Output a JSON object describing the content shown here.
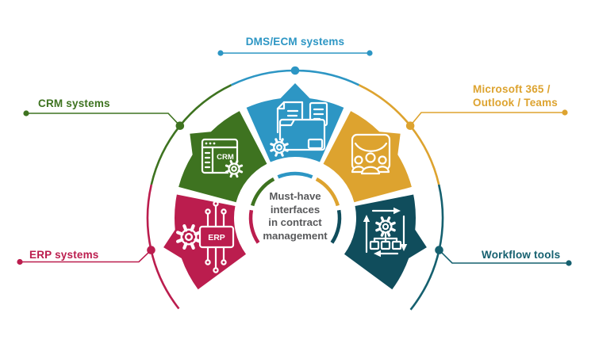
{
  "center": {
    "text": "Must-have\ninterfaces\nin contract\nmanagement",
    "color": "#58595b"
  },
  "segments": [
    {
      "id": "erp",
      "label": "ERP systems",
      "icon": "erp-chip-gear-icon",
      "icon_text": "ERP",
      "color": "#bb1d4e",
      "label_color": "#bb1d4e"
    },
    {
      "id": "crm",
      "label": "CRM systems",
      "icon": "crm-browser-gear-icon",
      "icon_text": "CRM",
      "color": "#3e7320",
      "label_color": "#3e7320"
    },
    {
      "id": "dms",
      "label": "DMS/ECM systems",
      "icon": "documents-folder-gear-icon",
      "color": "#2d96c4",
      "label_color": "#2d96c4"
    },
    {
      "id": "m365",
      "label": "Microsoft 365 /\nOutlook / Teams",
      "icon": "envelope-people-icon",
      "color": "#dda32f",
      "label_color": "#dda32f"
    },
    {
      "id": "workflow",
      "label": "Workflow tools",
      "icon": "gear-orgchart-cycle-icon",
      "color": "#104d5c",
      "label_color": "#15606f"
    }
  ]
}
